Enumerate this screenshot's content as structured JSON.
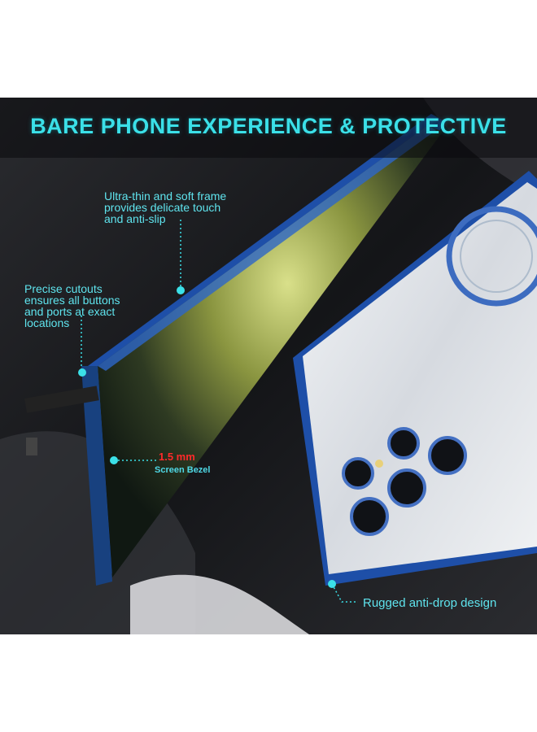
{
  "headline": "BARE PHONE EXPERIENCE & PROTECTIVE",
  "callouts": {
    "frame": [
      "Ultra-thin and soft frame",
      "provides delicate touch",
      "and anti-slip"
    ],
    "cutouts": [
      "Precise cutouts",
      "ensures all buttons",
      "and ports at exact",
      "locations"
    ],
    "bezel_value": "1.5 mm",
    "bezel_label": "Screen Bezel",
    "rugged": "Rugged anti-drop design"
  },
  "colors": {
    "accent": "#3be0e8",
    "frame_blue": "#1e4fa8",
    "measure_red": "#ff2a2a",
    "background": "#1e1f22"
  }
}
